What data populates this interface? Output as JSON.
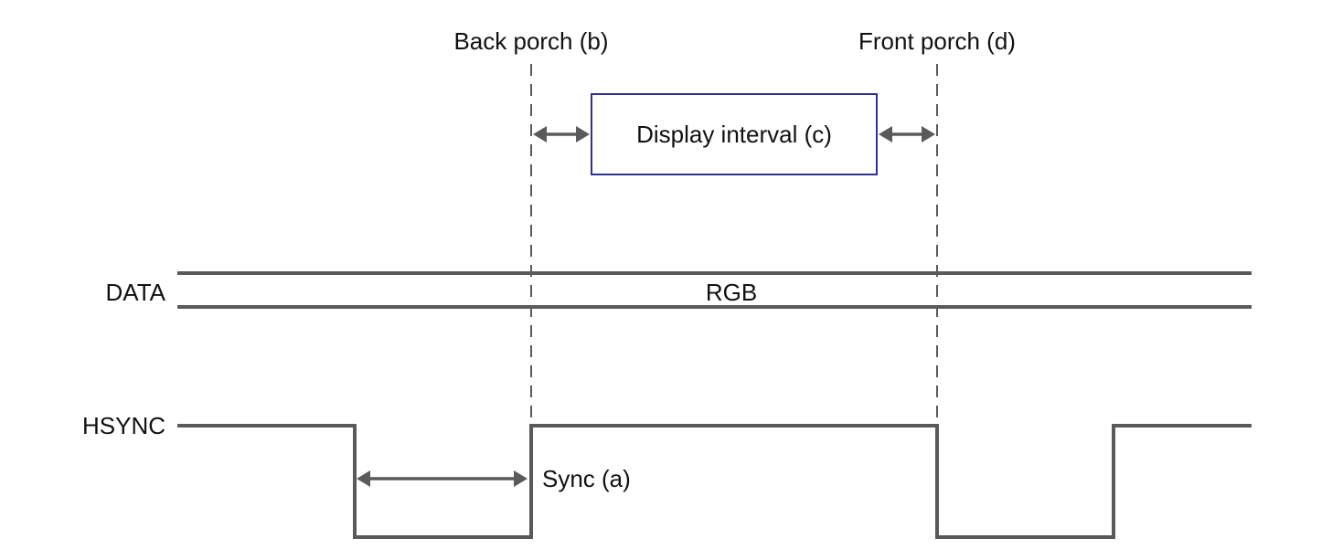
{
  "labels": {
    "back_porch": "Back porch (b)",
    "front_porch": "Front porch (d)",
    "display_interval": "Display interval (c)",
    "data_signal": "DATA",
    "data_content": "RGB",
    "hsync_signal": "HSYNC",
    "sync": "Sync (a)"
  },
  "colors": {
    "signal": "#5a5a5a",
    "display_box_border": "#2e3192",
    "text": "#111111",
    "background": "#ffffff"
  }
}
